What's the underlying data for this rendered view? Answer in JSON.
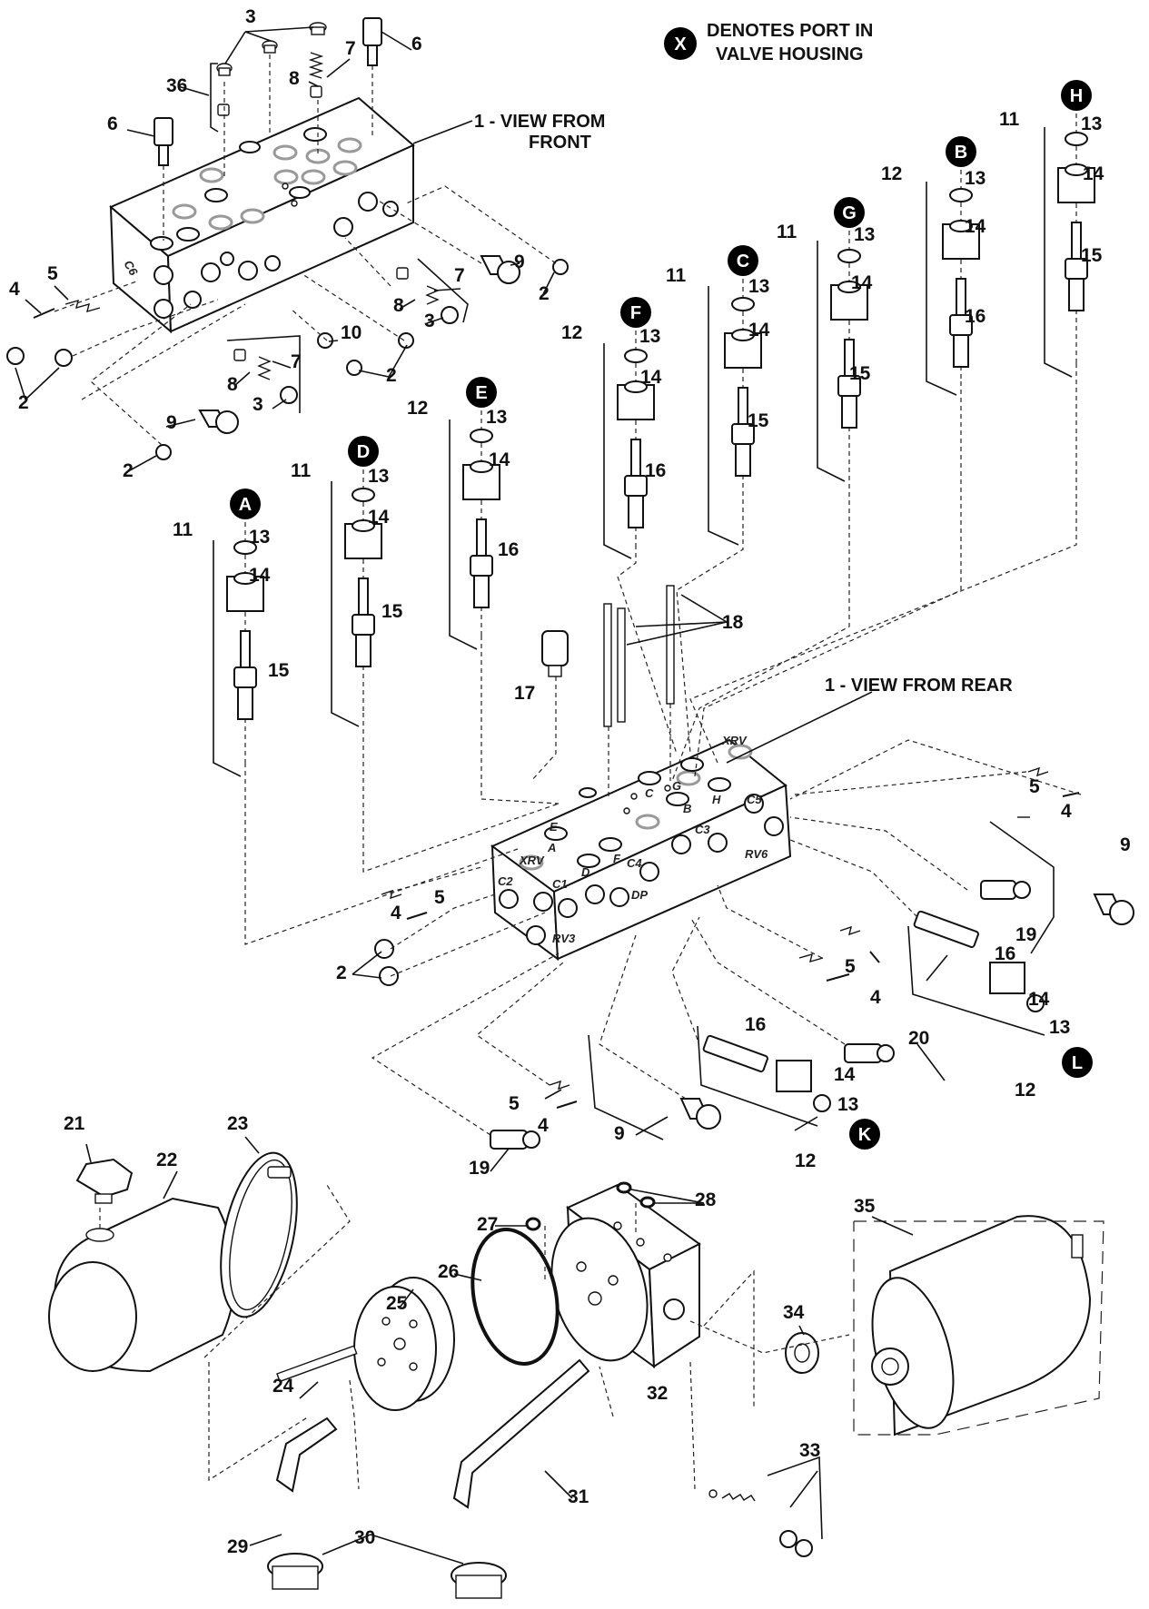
{
  "legend": {
    "badge": "X",
    "line1": "DENOTES PORT IN",
    "line2": "VALVE HOUSING"
  },
  "views": {
    "front": [
      "1 - VIEW FROM",
      "FRONT"
    ],
    "rear": "1 - VIEW FROM REAR"
  },
  "port_labels": [
    "C6",
    "C2",
    "C1",
    "C4",
    "C3",
    "C5",
    "RV6",
    "DP",
    "RV3",
    "XRV",
    "XRV",
    "A",
    "E",
    "D",
    "F",
    "C",
    "G",
    "B",
    "H"
  ],
  "valve_groups": [
    {
      "badge": "A",
      "num": "11"
    },
    {
      "badge": "D",
      "num": "11"
    },
    {
      "badge": "E",
      "num": "12"
    },
    {
      "badge": "F",
      "num": "12"
    },
    {
      "badge": "C",
      "num": "11"
    },
    {
      "badge": "G",
      "num": "11"
    },
    {
      "badge": "B",
      "num": "12"
    },
    {
      "badge": "H",
      "num": "11"
    },
    {
      "badge": "K",
      "num": "12"
    },
    {
      "badge": "L",
      "num": "12"
    }
  ],
  "callouts": [
    "2",
    "3",
    "4",
    "5",
    "6",
    "7",
    "8",
    "9",
    "10",
    "13",
    "14",
    "15",
    "16",
    "17",
    "18",
    "19",
    "20",
    "21",
    "22",
    "23",
    "24",
    "25",
    "26",
    "27",
    "28",
    "29",
    "30",
    "31",
    "32",
    "33",
    "34",
    "35",
    "36"
  ]
}
